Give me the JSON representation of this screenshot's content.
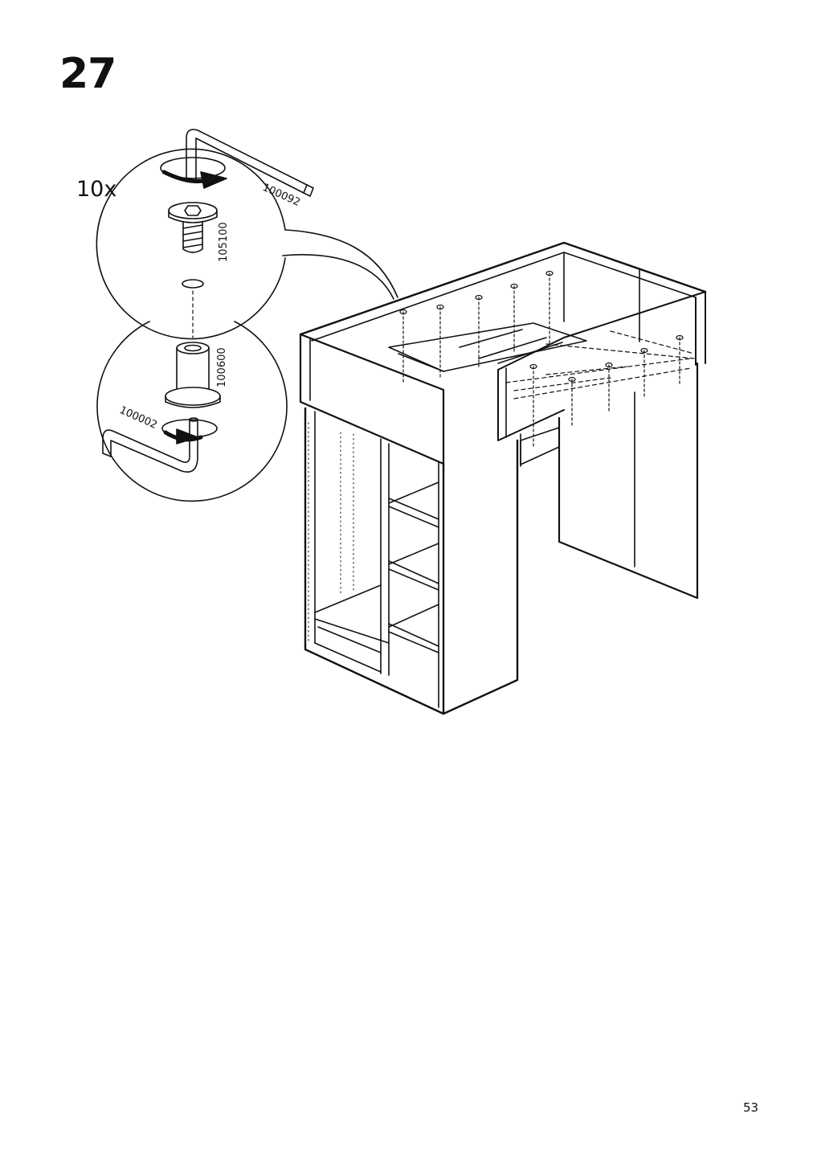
{
  "step": {
    "number": "27"
  },
  "callout": {
    "quantity": "10x",
    "top_tool_id": "100092",
    "bolt_id": "105100",
    "barrel_nut_id": "100600",
    "bottom_tool_id": "100002"
  },
  "footer": {
    "page_number": "53"
  },
  "colors": {
    "line": "#111111",
    "background": "#ffffff"
  },
  "icons": [
    "allen-key-icon",
    "rotation-arrow-icon",
    "bolt-icon",
    "washer-icon",
    "barrel-nut-icon",
    "screw-icon"
  ]
}
